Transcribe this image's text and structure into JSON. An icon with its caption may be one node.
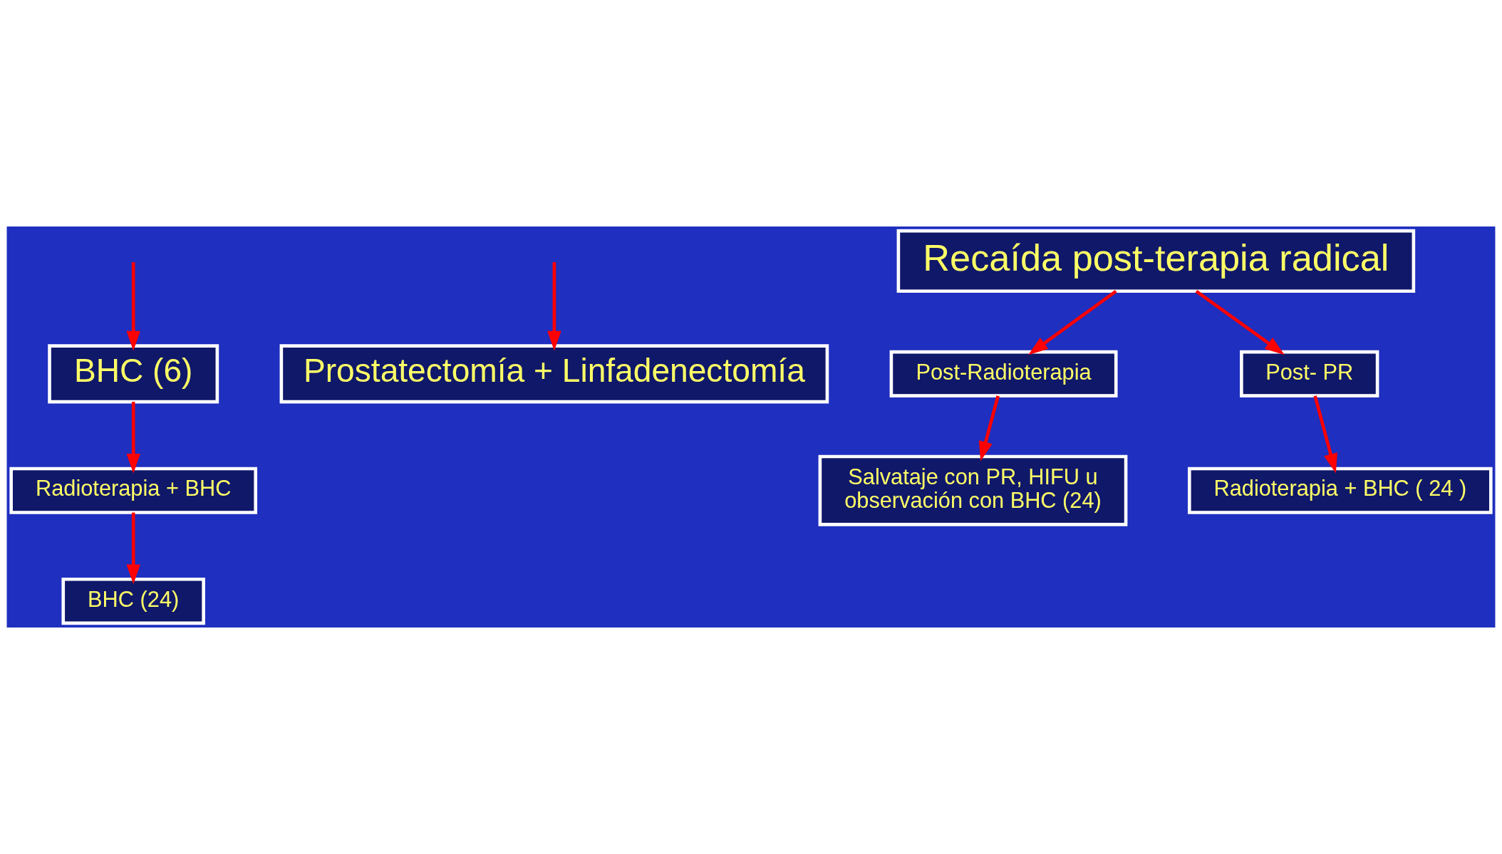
{
  "diagram": {
    "nodes": [
      {
        "text": [
          "BHC (6)"
        ]
      },
      {
        "text": [
          "Prostatectomía + Linfadenectomía"
        ]
      },
      {
        "text": [
          "Radioterapia + BHC"
        ]
      },
      {
        "text": [
          "BHC (24)"
        ]
      },
      {
        "text": [
          "Recaída post-terapia radical"
        ]
      },
      {
        "text": [
          "Post-Radioterapia"
        ]
      },
      {
        "text": [
          "Post- PR"
        ]
      },
      {
        "text": [
          "Salvataje con PR, HIFU u observación con BHC (24)"
        ]
      },
      {
        "text": [
          "Radioterapia + BHC ( 24 )"
        ]
      }
    ],
    "edges": [
      {
        "from": null,
        "to": 0,
        "arrow": "to"
      },
      {
        "from": null,
        "to": 1,
        "arrow": "to"
      },
      {
        "from": 0,
        "to": 2,
        "arrow": "to"
      },
      {
        "from": 2,
        "to": 3,
        "arrow": "to"
      },
      {
        "from": 4,
        "to": 5,
        "arrow": "to"
      },
      {
        "from": 4,
        "to": 6,
        "arrow": "to"
      },
      {
        "from": 5,
        "to": 7,
        "arrow": "to"
      },
      {
        "from": 6,
        "to": 8,
        "arrow": "to"
      }
    ]
  }
}
